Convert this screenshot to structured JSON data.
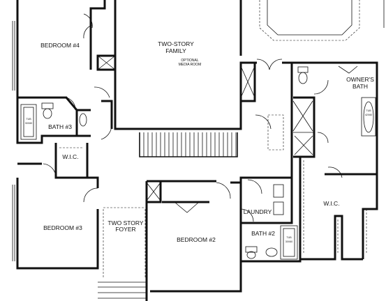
{
  "rooms": {
    "bedroom4": "BEDROOM #4",
    "family_line1": "TWO-STORY",
    "family_line2": "FAMILY",
    "media_line1": "OPTIONAL",
    "media_line2": "MEDIA ROOM",
    "owners_line1": "OWNER'S",
    "owners_line2": "BATH",
    "bath3": "BATH #3",
    "wic_left": "W.I.C.",
    "wic_right": "W.I.C.",
    "bedroom3": "BEDROOM #3",
    "foyer_line1": "TWO STORY",
    "foyer_line2": "FOYER",
    "bedroom2": "BEDROOM #2",
    "laundry": "LAUNDRY",
    "bath2": "BATH #2"
  },
  "fixtures": {
    "tub_bath3": "TUB",
    "tub_bath3_size": "30X60",
    "tub_owners": "TUB",
    "tub_owners_size": "42X60",
    "tub_bath2": "TUB",
    "tub_bath2_size": "30X60"
  }
}
